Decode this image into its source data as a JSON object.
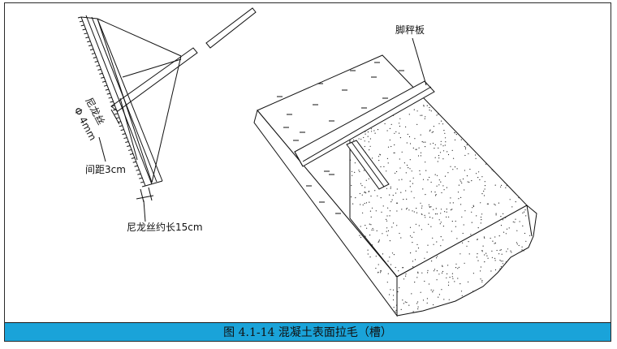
{
  "figure": {
    "caption": "图 4.1-14 混凝土表面拉毛（槽）",
    "caption_bar_color": "#1aa3d9"
  },
  "labels": {
    "nylon_wire": "尼龙丝",
    "nylon_wire_diameter": "Φ 4mm",
    "spacing": "间距3cm",
    "nylon_length": "尼龙丝约长15cm",
    "foot_board": "脚秤板"
  }
}
